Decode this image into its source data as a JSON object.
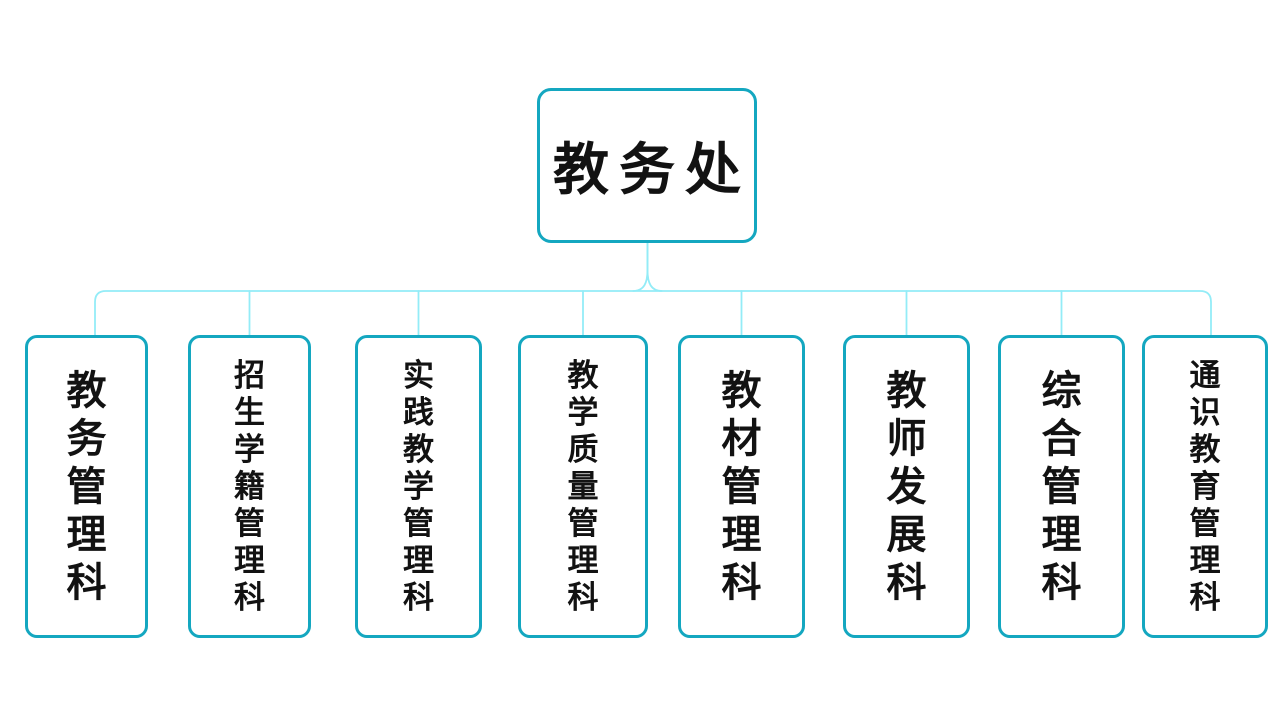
{
  "diagram": {
    "type": "org-chart",
    "root": {
      "label": "教务处"
    },
    "children": [
      {
        "label": "教务管理科"
      },
      {
        "label": "招生学籍管理科"
      },
      {
        "label": "实践教学管理科"
      },
      {
        "label": "教学质量管理科"
      },
      {
        "label": "教材管理科"
      },
      {
        "label": "教师发展科"
      },
      {
        "label": "综合管理科"
      },
      {
        "label": "通识教育管理科"
      }
    ]
  },
  "colors": {
    "box_border": "#14a7c0",
    "connector_line": "#93ecf7",
    "text": "#121212",
    "background": "#ffffff"
  }
}
